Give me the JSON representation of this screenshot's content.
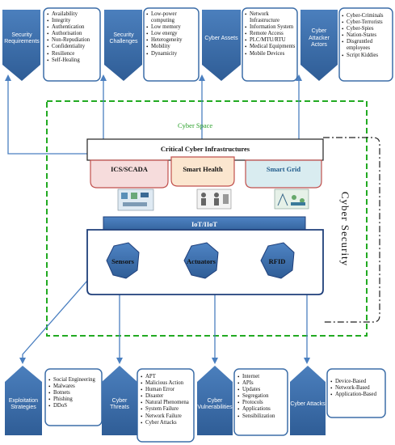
{
  "top_boxes": [
    {
      "label": "Security Requirements",
      "items": [
        "Availability",
        "Integrity",
        "Authentication",
        "Authorisation",
        "Non-Repudiation",
        "Confidentiality",
        "Resilience",
        "Self-Healing"
      ]
    },
    {
      "label": "Security Challenges",
      "items": [
        "Low-power computing",
        "Low memory",
        "Low energy",
        "Heterogeneity",
        "Mobility",
        "Dynamicity"
      ]
    },
    {
      "label": "Cyber Assets",
      "items": [
        "Network Infrastructure",
        "Information System",
        "Remote Access",
        "PLC/MTU/RTU",
        "Medical Equipments",
        "Mobile Devices"
      ]
    },
    {
      "label": "Cyber Attacker Actors",
      "items": [
        "Cyber-Criminals",
        "Cyber-Terrorists",
        "Cyber-Spies",
        "Nation-States",
        "Disgruntled employees",
        "Script Kiddies"
      ]
    }
  ],
  "bottom_boxes": [
    {
      "label": "Exploitation Strategies",
      "items": [
        "Social Engineering",
        "Malwares",
        "Botnets",
        "Phishing",
        "DDoS"
      ]
    },
    {
      "label": "Cyber Threats",
      "items": [
        "APT",
        "Malicious Action",
        "Human Error",
        "Disaster",
        "Natural Phenomena",
        "System Failure",
        "Network Failure",
        "Cyber Attacks"
      ]
    },
    {
      "label": "Cyber Vulnerabilities",
      "items": [
        "Internet",
        "APIs",
        "Updates",
        "Segregation",
        "Protocols",
        "Applications",
        "Sensibilization"
      ]
    },
    {
      "label": "Cyber Attacks",
      "items": [
        "Device-Based",
        "Network-Based",
        "Application-Based"
      ]
    }
  ],
  "center": {
    "cyber_space": "Cyber Space",
    "critical_infrastructures": "Critical Cyber Infrastructures",
    "sectors": [
      "ICS/SCADA",
      "Smart Health",
      "Smart Grid"
    ],
    "iot": "IoT/IIoT",
    "nodes": [
      "Sensors",
      "Actuators",
      "RFID"
    ],
    "cyber_security": "Cyber Security"
  },
  "colors": {
    "pentagon_blue": "#3d6ea8",
    "box_border": "#3d6ea8",
    "dashed_green": "#22aa22",
    "arrow_blue": "#4a7fc0",
    "ics_fill": "#f6dcdc",
    "health_fill": "#fbe6cf",
    "grid_fill": "#d9ecf0",
    "sector_border": "#c0504d",
    "iot_fill": "#3d6ea8",
    "node_fill": "#3d6ea8",
    "panel_border": "#1f3f7a"
  }
}
